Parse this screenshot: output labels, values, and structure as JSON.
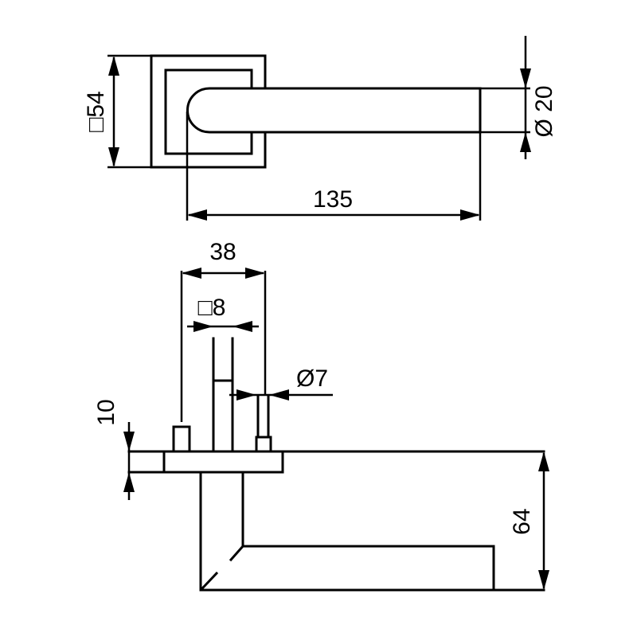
{
  "top_view": {
    "rose_size_label": "□54",
    "handle_diameter_label": "Ø 20",
    "handle_length_label": "135"
  },
  "side_view": {
    "spacing_label": "38",
    "spindle_label": "□8",
    "pin_diameter_label": "Ø7",
    "rose_thickness_label": "10",
    "projection_label": "64"
  },
  "colors": {
    "line": "#000000",
    "background": "#ffffff"
  }
}
